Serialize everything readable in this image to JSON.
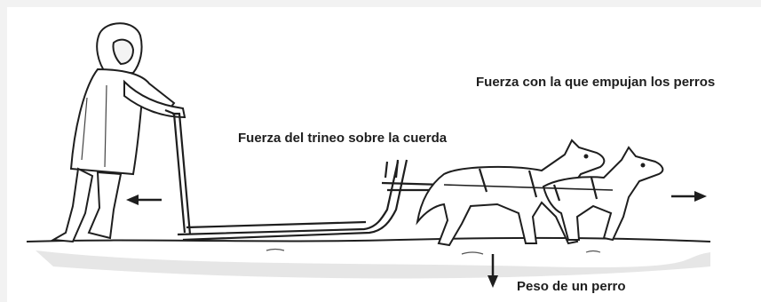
{
  "labels": {
    "dogs_force": "Fuerza con la que empujan los perros",
    "sled_force": "Fuerza del trineo sobre la cuerda",
    "dog_weight": "Peso de un perro"
  },
  "colors": {
    "background": "#f2f2f2",
    "panel": "#ffffff",
    "ink": "#1e1e1e",
    "snow_shadow": "#d9d9d9"
  },
  "icons": [
    "man-icon",
    "sled-icon",
    "dog-icon",
    "arrow-left-icon",
    "arrow-right-icon",
    "arrow-down-icon"
  ]
}
